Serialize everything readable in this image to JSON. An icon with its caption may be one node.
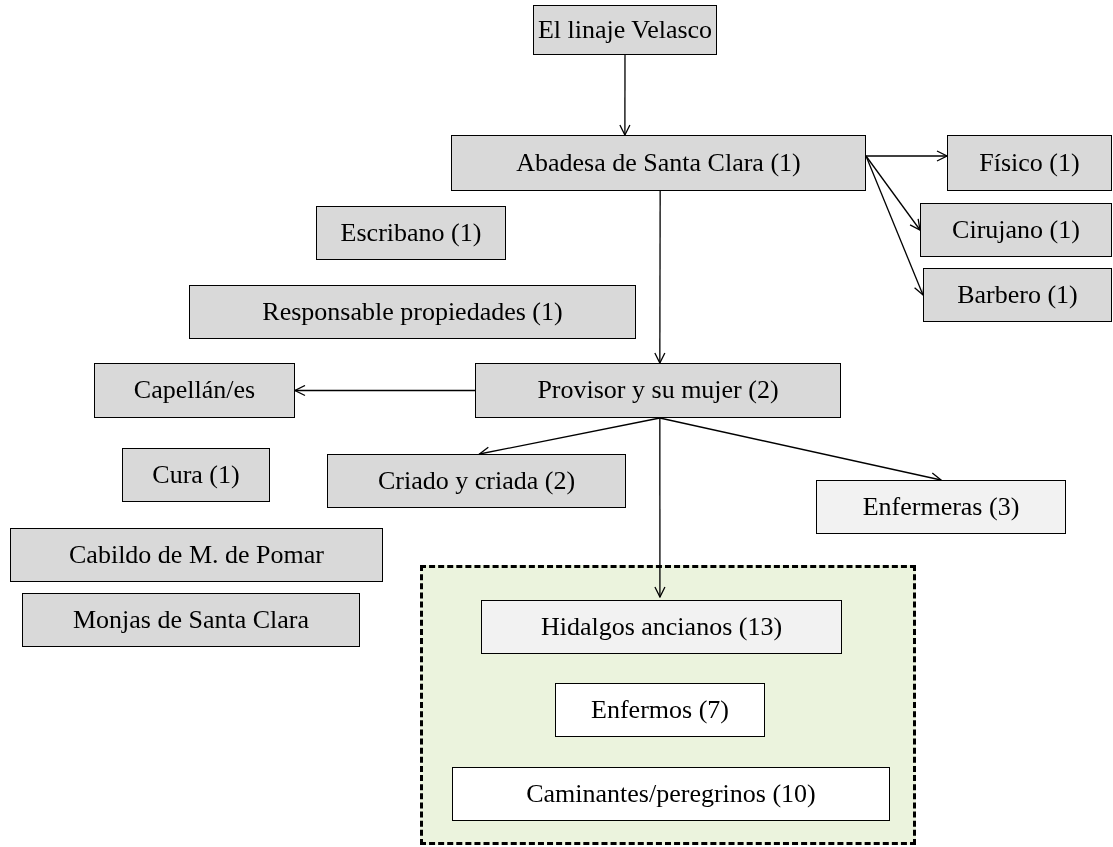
{
  "diagram": {
    "nodes": [
      {
        "text": [
          "El linaje Velasco"
        ]
      },
      {
        "text": [
          "Abadesa de Santa Clara (1)"
        ]
      },
      {
        "text": [
          "Físico (1)"
        ]
      },
      {
        "text": [
          "Cirujano (1)"
        ]
      },
      {
        "text": [
          "Barbero (1)"
        ]
      },
      {
        "text": [
          "Escribano (1)"
        ]
      },
      {
        "text": [
          "Responsable propiedades (1)"
        ]
      },
      {
        "text": [
          "Provisor y su mujer (2)"
        ]
      },
      {
        "text": [
          "Capellán/es"
        ]
      },
      {
        "text": [
          "Cura (1)"
        ]
      },
      {
        "text": [
          "Criado y criada (2)"
        ]
      },
      {
        "text": [
          "Enfermeras (3)"
        ]
      },
      {
        "text": [
          "Cabildo de M. de Pomar"
        ]
      },
      {
        "text": [
          "Monjas de Santa Clara"
        ]
      },
      {
        "text": [],
        "shape": "box"
      },
      {
        "text": [
          "Hidalgos ancianos (13)"
        ],
        "in": 14
      },
      {
        "text": [
          "Enfermos (7)"
        ],
        "in": 14
      },
      {
        "text": [
          "Caminantes/peregrinos (10)"
        ],
        "in": 14
      }
    ],
    "edges": [
      {
        "from": 0,
        "to": 1,
        "arrow": "to"
      },
      {
        "from": 1,
        "to": 2,
        "arrow": "to"
      },
      {
        "from": 1,
        "to": 3,
        "arrow": "to"
      },
      {
        "from": 1,
        "to": 4,
        "arrow": "to"
      },
      {
        "from": 1,
        "to": 7,
        "arrow": "to"
      },
      {
        "from": 7,
        "to": 8,
        "arrow": "to"
      },
      {
        "from": 7,
        "to": 10,
        "arrow": "to"
      },
      {
        "from": 7,
        "to": 11,
        "arrow": "to"
      },
      {
        "from": 7,
        "to": 15,
        "arrow": "to"
      }
    ]
  }
}
